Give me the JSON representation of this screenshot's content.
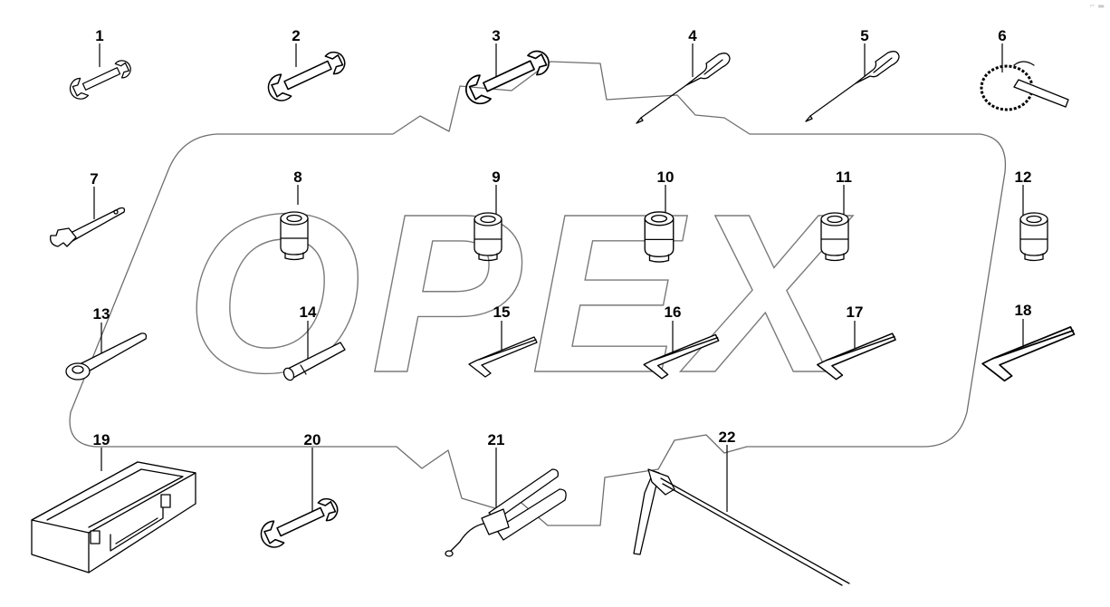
{
  "watermark": {
    "text": "OPEX"
  },
  "callouts": [
    {
      "id": "1",
      "label": "1"
    },
    {
      "id": "2",
      "label": "2"
    },
    {
      "id": "3",
      "label": "3"
    },
    {
      "id": "4",
      "label": "4"
    },
    {
      "id": "5",
      "label": "5"
    },
    {
      "id": "6",
      "label": "6"
    },
    {
      "id": "7",
      "label": "7"
    },
    {
      "id": "8",
      "label": "8"
    },
    {
      "id": "9",
      "label": "9"
    },
    {
      "id": "10",
      "label": "10"
    },
    {
      "id": "11",
      "label": "11"
    },
    {
      "id": "12",
      "label": "12"
    },
    {
      "id": "13",
      "label": "13"
    },
    {
      "id": "14",
      "label": "14"
    },
    {
      "id": "15",
      "label": "15"
    },
    {
      "id": "16",
      "label": "16"
    },
    {
      "id": "17",
      "label": "17"
    },
    {
      "id": "18",
      "label": "18"
    },
    {
      "id": "19",
      "label": "19"
    },
    {
      "id": "20",
      "label": "20"
    },
    {
      "id": "21",
      "label": "21"
    },
    {
      "id": "22",
      "label": "22"
    }
  ],
  "parts": [
    {
      "callout": "1",
      "icon": "open-end-wrench-icon"
    },
    {
      "callout": "2",
      "icon": "open-end-wrench-icon"
    },
    {
      "callout": "3",
      "icon": "open-end-wrench-icon"
    },
    {
      "callout": "4",
      "icon": "screwdriver-icon"
    },
    {
      "callout": "5",
      "icon": "screwdriver-icon"
    },
    {
      "callout": "6",
      "icon": "chain-wrench-icon"
    },
    {
      "callout": "7",
      "icon": "adjustable-wrench-icon"
    },
    {
      "callout": "8",
      "icon": "socket-icon"
    },
    {
      "callout": "9",
      "icon": "socket-icon"
    },
    {
      "callout": "10",
      "icon": "socket-icon"
    },
    {
      "callout": "11",
      "icon": "socket-icon"
    },
    {
      "callout": "12",
      "icon": "socket-icon"
    },
    {
      "callout": "13",
      "icon": "spark-plug-wrench-icon"
    },
    {
      "callout": "14",
      "icon": "tube-socket-wrench-icon"
    },
    {
      "callout": "15",
      "icon": "hex-key-icon"
    },
    {
      "callout": "16",
      "icon": "hex-key-icon"
    },
    {
      "callout": "17",
      "icon": "hex-key-icon"
    },
    {
      "callout": "18",
      "icon": "hex-key-icon"
    },
    {
      "callout": "19",
      "icon": "tool-box-icon"
    },
    {
      "callout": "20",
      "icon": "open-end-wrench-icon"
    },
    {
      "callout": "21",
      "icon": "grease-gun-icon"
    },
    {
      "callout": "22",
      "icon": "tire-lever-rod-icon"
    }
  ],
  "corner_mark": "⌐ ▬"
}
